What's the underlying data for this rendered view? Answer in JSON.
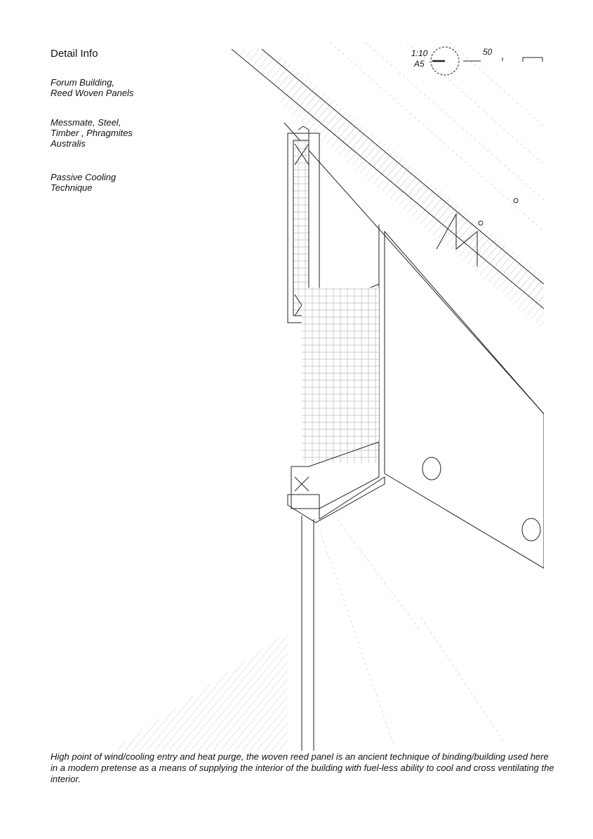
{
  "title": "Detail Info",
  "info": [
    "Forum Building,\nReed Woven Panels",
    "Messmate, Steel,\nTimber , Phragmites\nAustralis",
    "Passive Cooling\nTechnique"
  ],
  "scale": {
    "ratio": "1:10",
    "sheet": "A5",
    "bar_label": "50"
  },
  "caption": "High point of wind/cooling entry and heat purge, the woven reed panel is an ancient technique of binding/building used here in a modern pretense as a means of supplying the interior of the building with fuel-less ability to cool and cross ventilating the interior."
}
